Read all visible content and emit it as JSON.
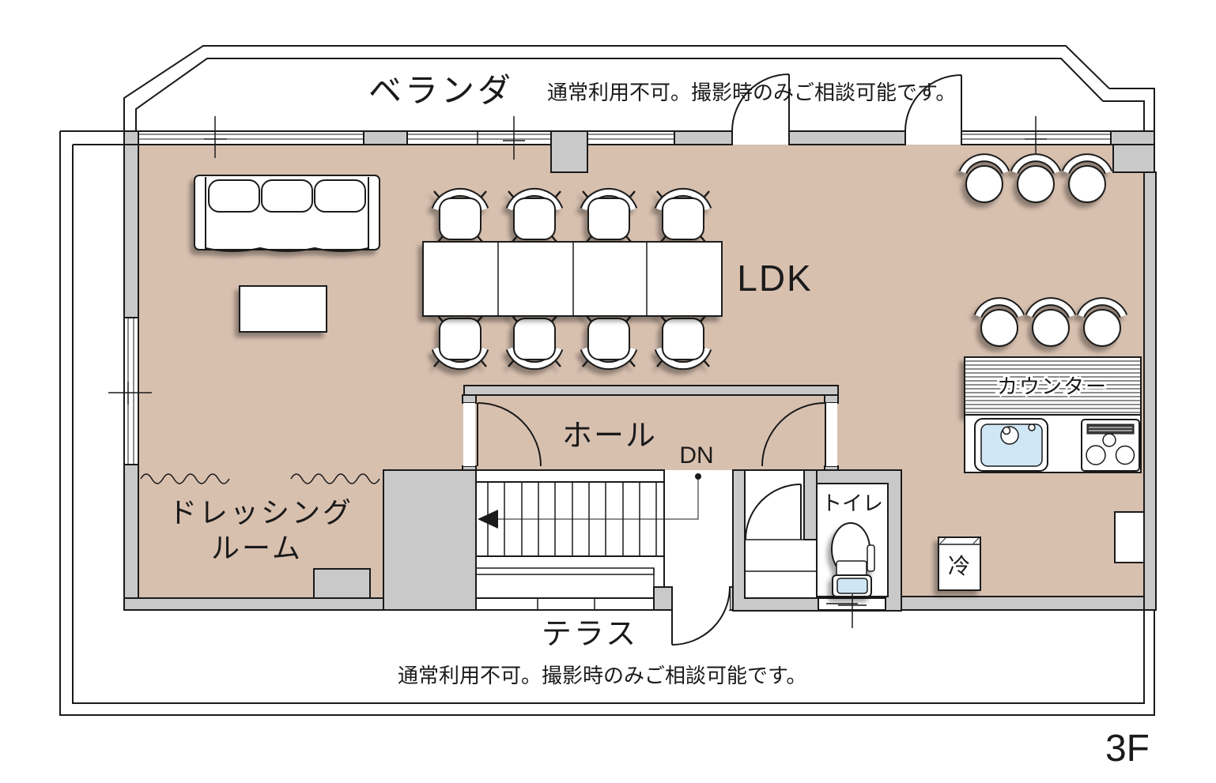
{
  "colors": {
    "floor": "#d8c0af",
    "wall": "#c9c9c9",
    "water": "#cfe6f5",
    "line": "#1a1a1a",
    "background": "#ffffff"
  },
  "labels": {
    "veranda": "ベランダ",
    "veranda_note": "通常利用不可。撮影時のみご相談可能です。",
    "ldk": "LDK",
    "hall": "ホール",
    "down": "DN",
    "toilet": "トイレ",
    "counter": "カウンター",
    "refrigerator": "冷",
    "dressing_line1": "ドレッシング",
    "dressing_line2": "ルーム",
    "terrace": "テラス",
    "terrace_note": "通常利用不可。撮影時のみご相談可能です。",
    "floor_indicator": "3F"
  }
}
